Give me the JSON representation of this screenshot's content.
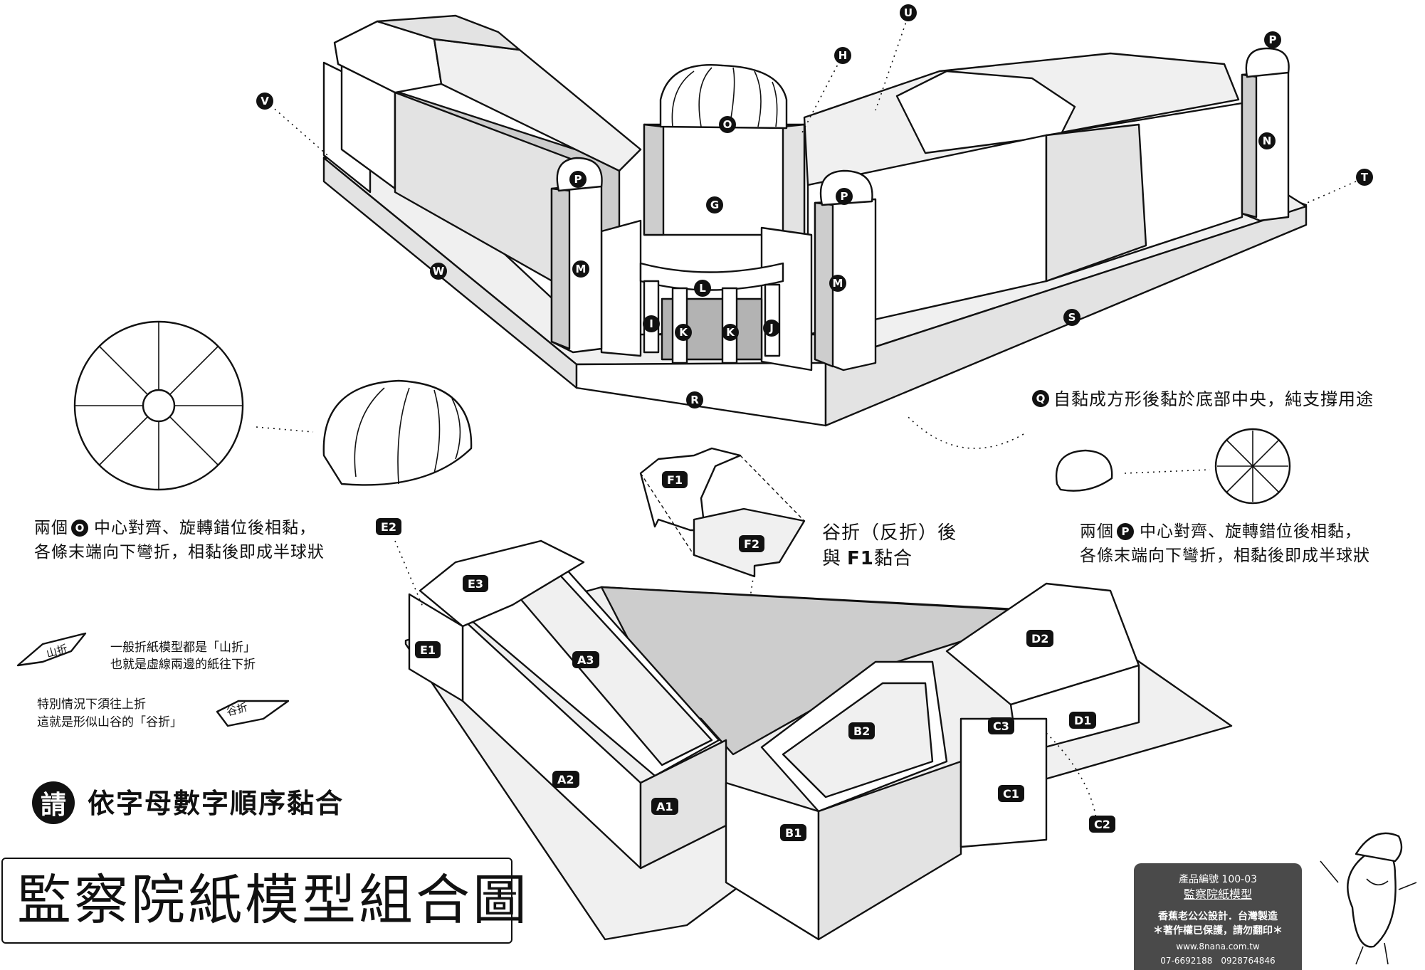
{
  "title": "監察院紙模型組合圖",
  "instruction": {
    "badge": "請",
    "text": "依字母數字順序黏合"
  },
  "part_labels": {
    "U": "U",
    "H": "H",
    "P_top": "P",
    "V": "V",
    "O": "O",
    "G": "G",
    "P_left": "P",
    "P_right": "P",
    "N": "N",
    "T": "T",
    "W": "W",
    "M_left": "M",
    "M_right": "M",
    "L": "L",
    "I": "I",
    "K1": "K",
    "K2": "K",
    "J": "J",
    "S": "S",
    "R": "R",
    "Q": "Q",
    "O_note": "O",
    "P_note": "P",
    "F1": "F1",
    "F2": "F2",
    "E2": "E2",
    "E3": "E3",
    "E1": "E1",
    "A3": "A3",
    "A2": "A2",
    "A1": "A1",
    "B2": "B2",
    "B1": "B1",
    "D2": "D2",
    "D1": "D1",
    "C3": "C3",
    "C1": "C1",
    "C2": "C2"
  },
  "notes": {
    "q_note": "自黏成方形後黏於底部中央，純支撐用途",
    "o_note_prefix": "兩個",
    "o_note_line1": "中心對齊、旋轉錯位後相黏，",
    "o_note_line2": "各條末端向下彎折，相黏後即成半球狀",
    "p_note_prefix": "兩個",
    "p_note_line1": "中心對齊、旋轉錯位後相黏，",
    "p_note_line2": "各條末端向下彎折，相黏後即成半球狀",
    "valley_line1": "谷折（反折）後",
    "valley_line2_prefix": "與",
    "valley_line2_part": "F1",
    "valley_line2_suffix": "黏合"
  },
  "fold_legend": {
    "mountain_tag": "山折",
    "mountain_line1": "一般折紙模型都是「山折」",
    "mountain_line2": "也就是虛線兩邊的紙往下折",
    "valley_tag": "谷折",
    "valley_line1": "特別情況下須往上折",
    "valley_line2": "這就是形似山谷的「谷折」"
  },
  "info_card": {
    "product_no": "產品編號 100-03",
    "product_name": "監察院紙模型",
    "maker": "香蕉老公公設計．台灣製造",
    "copyright": "＊著作權已保護，請勿翻印＊",
    "website": "www.8nana.com.tw",
    "phone": "07-6692188　0928764846"
  },
  "mascot": "banana-mascot-icon"
}
